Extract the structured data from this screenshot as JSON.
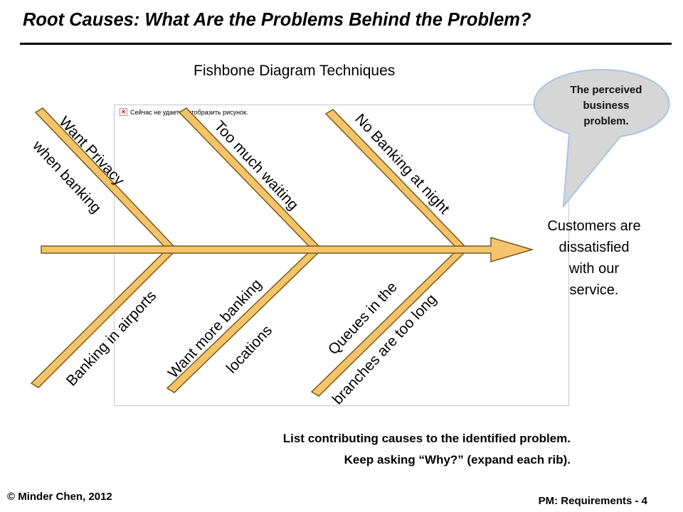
{
  "slide": {
    "title": "Root Causes: What Are the Problems Behind the Problem?",
    "subtitle": "Fishbone Diagram Techniques",
    "broken_image_text": "Сейчас не удается отобразить рисунок.",
    "effect_lines": [
      "Customers are",
      "dissatisfied",
      "with our",
      "service."
    ],
    "callout_lines": [
      "The perceived",
      "business",
      "problem."
    ],
    "top_causes": [
      "Want Privacy",
      "when banking",
      "Too much waiting",
      "No Banking at night"
    ],
    "bottom_causes": [
      "Banking in airports",
      "Want more banking",
      "locations",
      "Queues in the",
      "branches are too long"
    ],
    "note_line1": "List contributing causes to the identified problem.",
    "note_line2": "Keep asking “Why?” (expand each rib).",
    "footer_left": "© Minder Chen, 2012",
    "footer_right": "PM: Requirements - 4",
    "colors": {
      "bone_fill": "#F5C46A",
      "bone_stroke": "#7A5A18",
      "callout_fill": "#D6D6D6",
      "callout_stroke": "#A9C4E4"
    }
  }
}
